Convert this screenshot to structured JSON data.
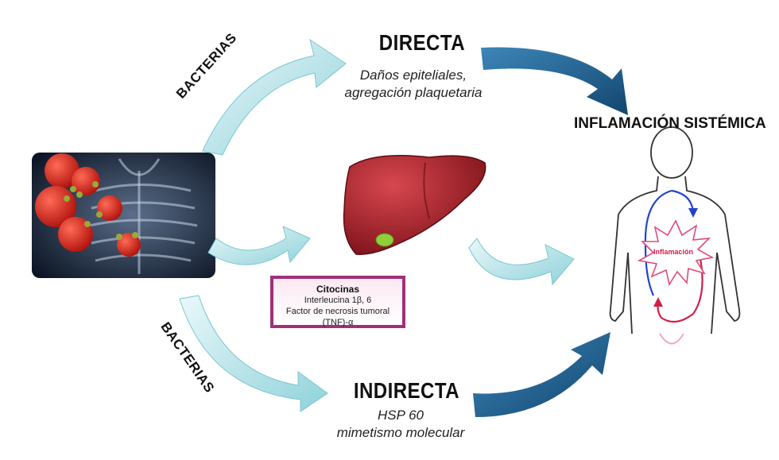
{
  "direct": {
    "title": "DIRECTA",
    "line1": "Daños epiteliales,",
    "line2": "agregación plaquetaria"
  },
  "indirect": {
    "title": "INDIRECTA",
    "line1": "HSP 60",
    "line2": "mimetismo molecular"
  },
  "bacteria_top": "BACTERIAS",
  "bacteria_bottom": "BACTERIAS",
  "cytokines": {
    "title": "Citocinas",
    "line1": "Interleucina 1β, 6",
    "line2": "Factor de necrosis tumoral (TNF)-α"
  },
  "systemic": {
    "title": "INFLAMACIÓN SISTÉMICA",
    "burst_label": "Inflamación"
  },
  "colors": {
    "light_arrow": "#a9dde3",
    "dark_arrow": "#1f5f8e",
    "liver": "#a61e2a",
    "cytokine_border": "#a0307a",
    "circulation_blue": "#2244cc",
    "circulation_red": "#d0204a"
  }
}
